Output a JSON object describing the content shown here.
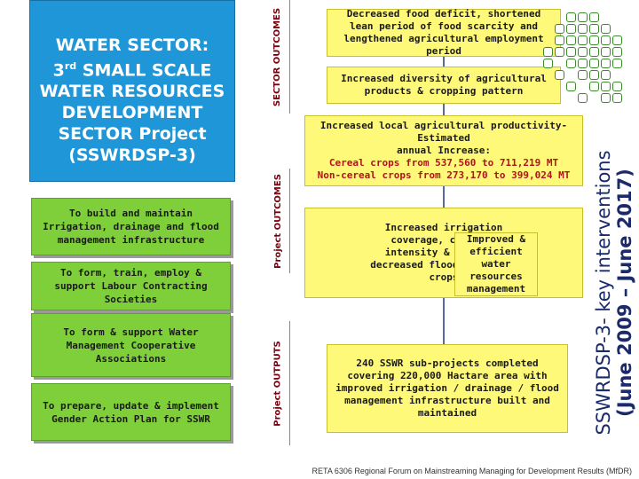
{
  "title": {
    "line1": "WATER SECTOR:",
    "line2_prefix": "3",
    "line2_sup": "rd",
    "line2_suffix": " SMALL SCALE",
    "line3": "WATER RESOURCES",
    "line4": "DEVELOPMENT",
    "line5": "SECTOR Project",
    "line6": "(SSWRDSP-3)"
  },
  "activities": [
    "To build and maintain Irrigation, drainage and flood management infrastructure",
    "To form, train, employ & support Labour Contracting Societies",
    "To form & support Water Management Cooperative Associations",
    "To prepare, update & implement Gender Action Plan for SSWR"
  ],
  "vertical_labels": {
    "sector_outcomes": "SECTOR OUTCOMES",
    "project_outcomes": "Project OUTCOMES",
    "project_outputs": "Project OUTPUTS"
  },
  "sector_outcomes": [
    "Decreased food deficit, shortened lean period of food scarcity and lengthened agricultural employment period",
    "Increased diversity of agricultural products & cropping pattern"
  ],
  "productivity": {
    "line1": "Increased local agricultural productivity- Estimated",
    "line2": "annual Increase:",
    "line3": "Cereal crops from 537,560 to 711,219 MT",
    "line4": "Non-cereal crops from 273,170 to 399,024 MT"
  },
  "project_outcomes": [
    "Increased irrigation coverage, cropping intensity & area and decreased flood damage to crops",
    "Improved & efficient water resources management"
  ],
  "project_output": "240 SSWR sub-projects completed covering 220,000 Hactare area with improved irrigation / drainage / flood management infrastructure built and maintained",
  "side_title": {
    "line1": "SSWRDSP-3- key interventions",
    "line2": "(June 2009 – June 2017)"
  },
  "footer": "RETA 6306 Regional Forum on Mainstreaming Managing for Development Results (MfDR)",
  "colors": {
    "title_bg": "#1e96d8",
    "activity_bg": "#7fcf3a",
    "outcome_bg": "#fff97a",
    "label_red": "#7a0010",
    "accent_red": "#b0141a",
    "side_title": "#1a2a6a"
  },
  "icons": [
    "green-rounded-square-pattern-icon"
  ]
}
